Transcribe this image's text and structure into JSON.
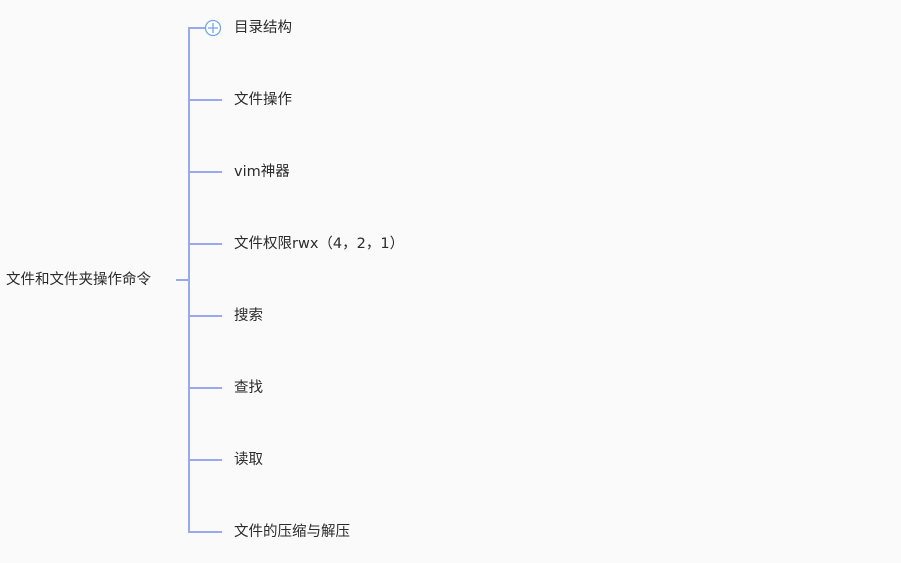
{
  "mindmap": {
    "root": {
      "label": "文件和文件夹操作命令"
    },
    "branches": [
      {
        "label": "目录结构",
        "collapsed": true
      },
      {
        "label": "文件操作",
        "collapsed": false
      },
      {
        "label": "vim神器",
        "collapsed": false
      },
      {
        "label": "文件权限rwx（4，2，1）",
        "collapsed": false
      },
      {
        "label": "搜索",
        "collapsed": false
      },
      {
        "label": "查找",
        "collapsed": false
      },
      {
        "label": "读取",
        "collapsed": false
      },
      {
        "label": "文件的压缩与解压",
        "collapsed": false
      }
    ],
    "colors": {
      "connector": "#9aa9ee",
      "expand_icon": "#6fa8e6",
      "text": "#2b2b2b",
      "background": "#fafafa"
    },
    "icons": {
      "expand": "plus-circle-icon"
    }
  }
}
